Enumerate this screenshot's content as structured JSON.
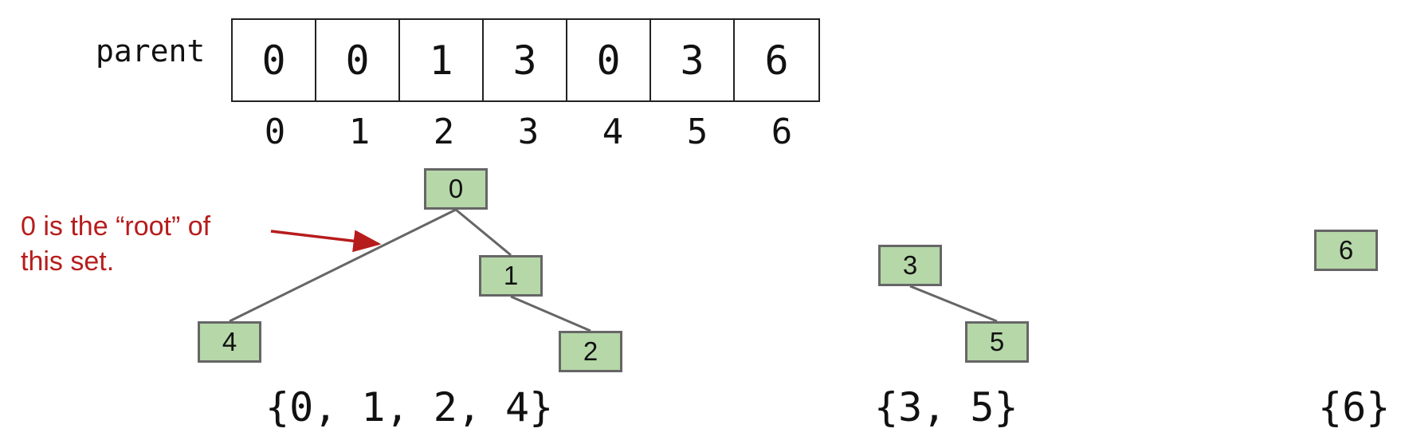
{
  "array": {
    "label": "parent",
    "values": [
      "0",
      "0",
      "1",
      "3",
      "0",
      "3",
      "6"
    ],
    "indices": [
      "0",
      "1",
      "2",
      "3",
      "4",
      "5",
      "6"
    ]
  },
  "colors": {
    "node_fill": "#b6d7a8",
    "node_border": "#666666",
    "edge": "#666666",
    "annotation": "#b71c1c"
  },
  "nodes": {
    "n0": "0",
    "n1": "1",
    "n2": "2",
    "n3": "3",
    "n4": "4",
    "n5": "5",
    "n6": "6"
  },
  "edges": [
    {
      "from": "n0",
      "to": "n4"
    },
    {
      "from": "n0",
      "to": "n1"
    },
    {
      "from": "n1",
      "to": "n2"
    },
    {
      "from": "n3",
      "to": "n5"
    }
  ],
  "sets": {
    "set_a": "{0, 1, 2, 4}",
    "set_b": "{3, 5}",
    "set_c": "{6}"
  },
  "annotation": {
    "line1": "0 is the “root” of",
    "line2": "this set."
  }
}
